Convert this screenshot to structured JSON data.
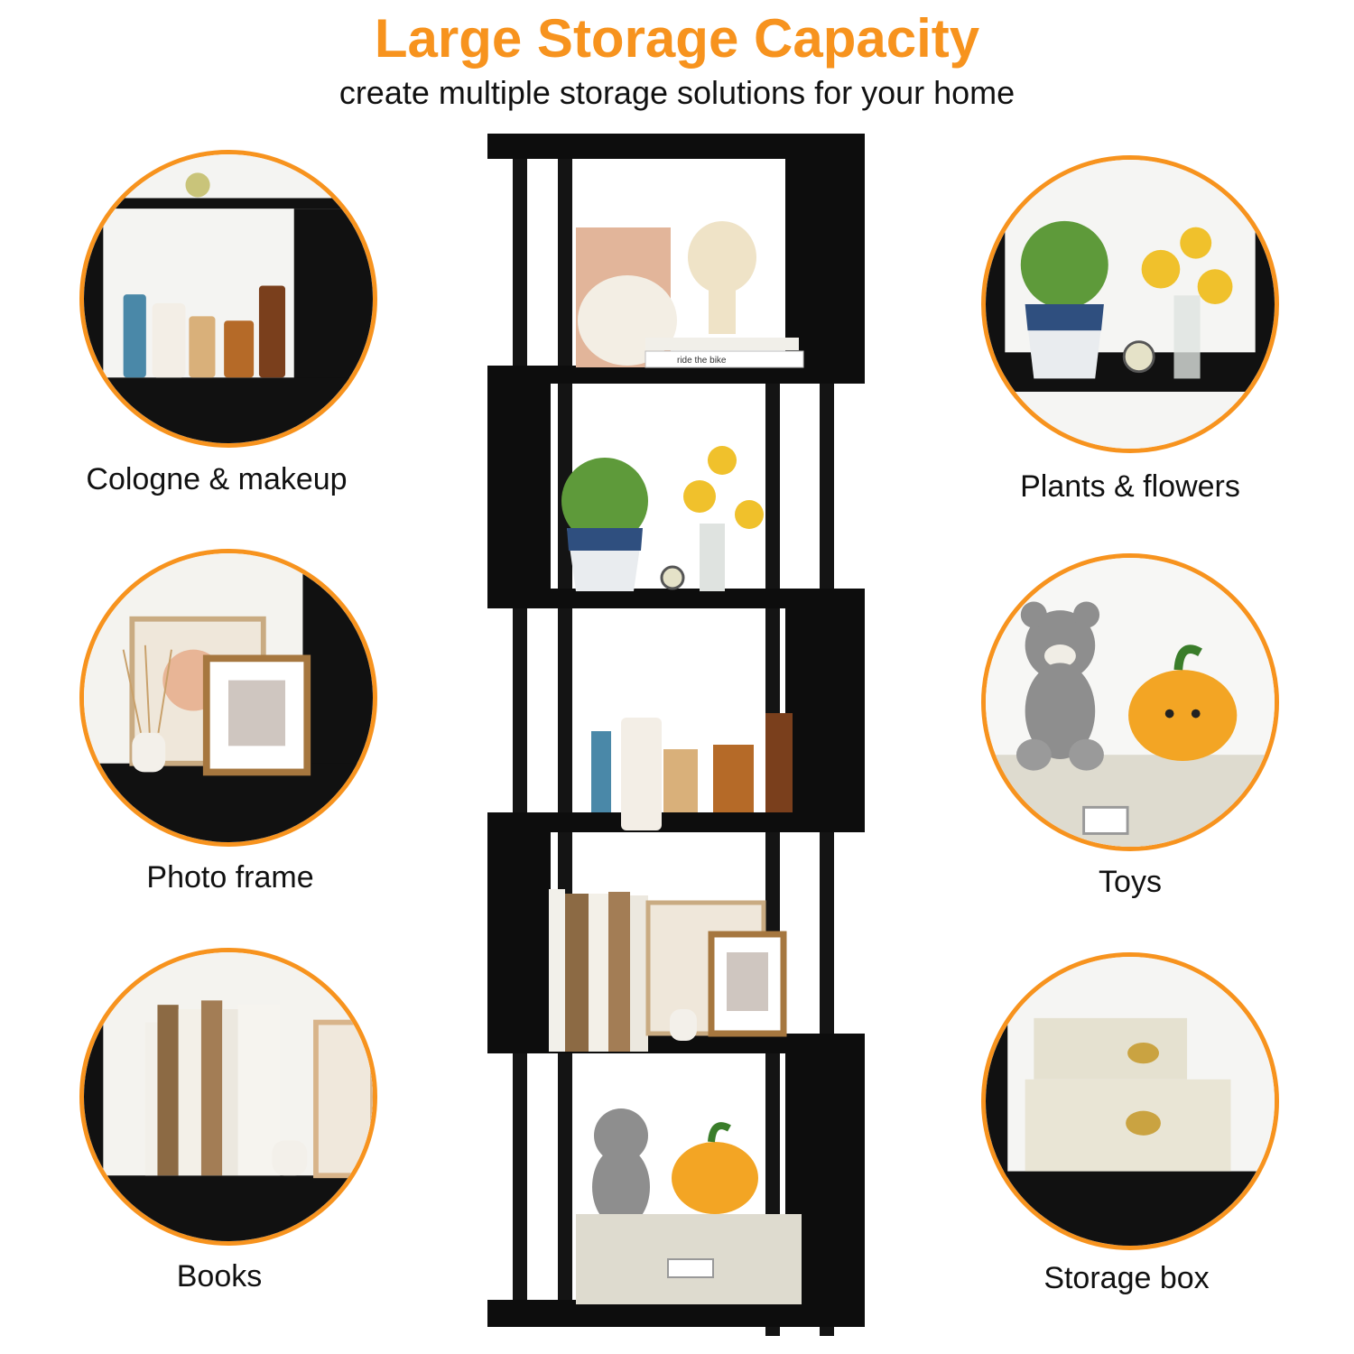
{
  "header": {
    "title": "Large Storage Capacity",
    "subtitle": "create multiple storage solutions for your home"
  },
  "features": [
    {
      "id": "cologne",
      "label": "Cologne & makeup",
      "icon": "cosmetics-icon"
    },
    {
      "id": "plants",
      "label": "Plants & flowers",
      "icon": "plant-icon"
    },
    {
      "id": "photo",
      "label": "Photo frame",
      "icon": "photo-frame-icon"
    },
    {
      "id": "toys",
      "label": "Toys",
      "icon": "teddy-bear-icon"
    },
    {
      "id": "books",
      "label": "Books",
      "icon": "books-icon"
    },
    {
      "id": "storage",
      "label": "Storage box",
      "icon": "storage-box-icon"
    }
  ],
  "shelf_items": {
    "book_title": "ride the bike"
  },
  "colors": {
    "accent": "#f7931e",
    "shelf": "#0d0d0d",
    "text": "#111111"
  }
}
